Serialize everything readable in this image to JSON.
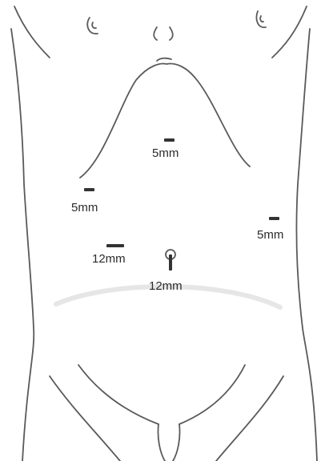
{
  "ports": [
    {
      "id": "epigastric",
      "label": "5mm"
    },
    {
      "id": "right-upper",
      "label": "5mm"
    },
    {
      "id": "left-flank",
      "label": "5mm"
    },
    {
      "id": "right-lower",
      "label": "12mm"
    },
    {
      "id": "umbilical",
      "label": "12mm"
    }
  ],
  "colors": {
    "outline": "#5a5a5a",
    "incision": "#333333",
    "text": "#2b2b2b",
    "background": "#ffffff"
  }
}
